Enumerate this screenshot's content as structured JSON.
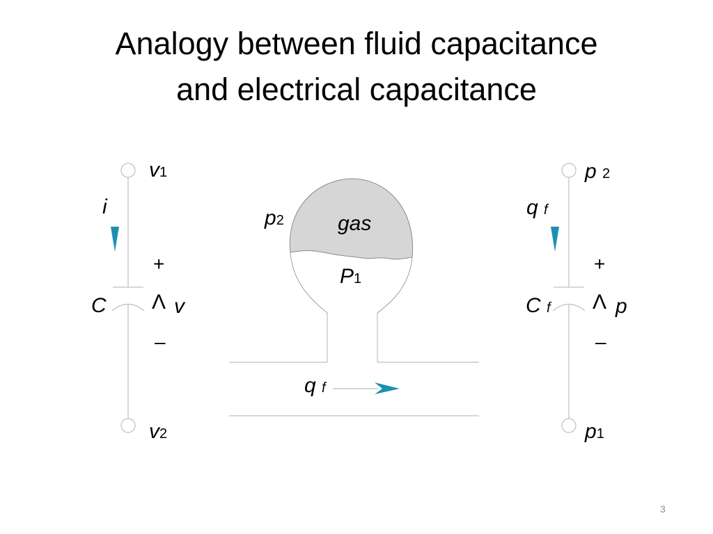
{
  "slide": {
    "title_line1": "Analogy between fluid capacitance",
    "title_line2": "and electrical capacitance",
    "slide_number": "3"
  },
  "electrical": {
    "v1_base": "v",
    "v1_sub": "1",
    "v2_base": "v",
    "v2_sub": "2",
    "current": "i",
    "plus": "+",
    "minus": "–",
    "capacitance": "C",
    "wedge": "Λ",
    "voltage": "v"
  },
  "tank": {
    "gas_pressure_base": "p",
    "gas_pressure_sub": "2",
    "gas_label": "gas",
    "liquid_pressure_base": "P",
    "liquid_pressure_sub": "1",
    "flow_base": "q",
    "flow_sub": "f"
  },
  "fluid": {
    "p2_base": "p",
    "p2_sub": "2",
    "p1_base": "p",
    "p1_sub": "1",
    "flow_base": "q",
    "flow_sub": "f",
    "plus": "+",
    "minus": "–",
    "capacitance_base": "C",
    "capacitance_sub": "f",
    "wedge": "Λ",
    "pressure": "p"
  },
  "colors": {
    "arrow": "#1f8fb0",
    "gas_fill": "#d6d6d6",
    "line": "#bfbfbf",
    "outline": "#8a8a8a"
  }
}
